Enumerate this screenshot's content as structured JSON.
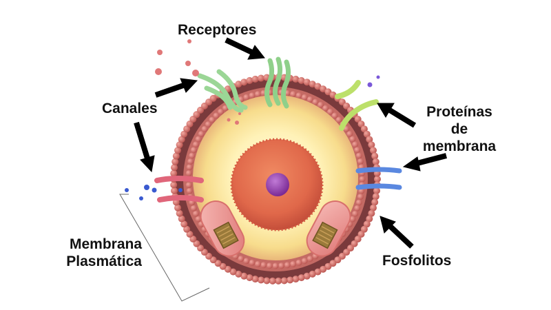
{
  "diagram": {
    "labels": {
      "receptores": "Receptores",
      "canales": "Canales",
      "proteinas_line1": "Proteínas",
      "proteinas_line2": "de",
      "proteinas_line3": "membrana",
      "fosfolitos": "Fosfolitos",
      "membrana_line1": "Membrana",
      "membrana_line2": "Plasmática"
    },
    "colors": {
      "membrane_heads": "#cf6a66",
      "membrane_dark": "#6a2e34",
      "cytoplasm_glow": "#fff7c8",
      "nucleus": "#e0684a",
      "nucleolus": "#8a3aa0",
      "receptor_protein": "#8fd08a",
      "membrane_protein": "#b8e05a",
      "channel_protein": "#e0667a",
      "blue_protein": "#5a88e0",
      "mitochondria": "#f0a0a0",
      "arrow": "#000000"
    }
  }
}
